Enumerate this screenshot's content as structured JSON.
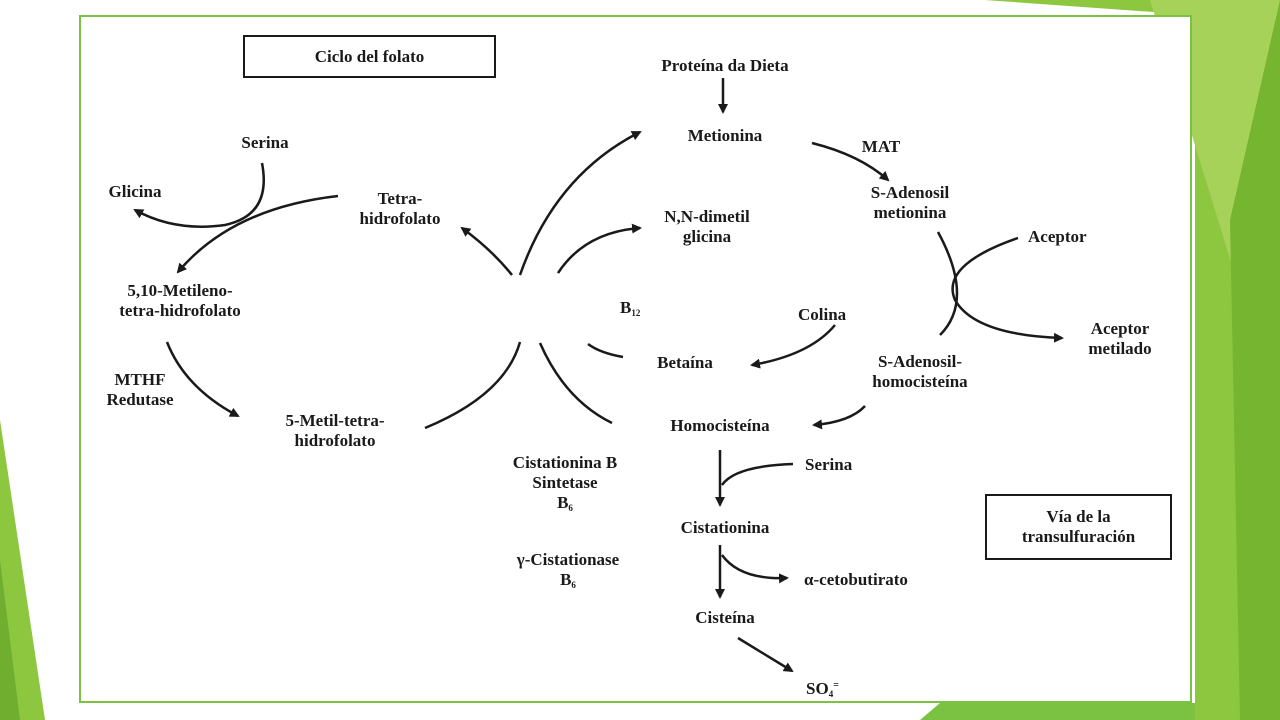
{
  "slide": {
    "accent_color": "#7cc242",
    "accent_dark": "#5a9e2c"
  },
  "diagram": {
    "folate_cycle_box": "Ciclo del folato",
    "transsulfuration_box_line1": "Vía de la",
    "transsulfuration_box_line2": "transulfuración",
    "nodes": {
      "proteina_dieta": "Proteína da Dieta",
      "metionina": "Metionina",
      "mat": "MAT",
      "sam_line1": "S-Adenosil",
      "sam_line2": "metionina",
      "aceptor": "Aceptor",
      "aceptor_metilado_line1": "Aceptor",
      "aceptor_metilado_line2": "metilado",
      "sah_line1": "S-Adenosil-",
      "sah_line2": "homocisteína",
      "homocisteina": "Homocisteína",
      "serina_right": "Serina",
      "cistationina": "Cistationina",
      "cetobutirato": "α-cetobutirato",
      "cisteina": "Cisteína",
      "so4": "SO",
      "so4_sub": "4",
      "so4_sup": "=",
      "dimetilglicina_line1": "N,N-dimetil",
      "dimetilglicina_line2": "glicina",
      "b12": "B",
      "b12_sub": "12",
      "colina": "Colina",
      "betaina": "Betaína",
      "serina_left": "Serina",
      "glicina": "Glicina",
      "thf_line1": "Tetra-",
      "thf_line2": "hidrofolato",
      "metileno_line1": "5,10-Metileno-",
      "metileno_line2": "tetra-hidrofolato",
      "mthfr_line1": "MTHF",
      "mthfr_line2": "Redutase",
      "metil_thf_line1": "5-Metil-tetra-",
      "metil_thf_line2": "hidrofolato",
      "cbs_line1": "Cistationina B",
      "cbs_line2": "Sintetase",
      "cbs_b6": "B",
      "cbs_b6_sub": "6",
      "cgl_line1": "γ-Cistationase",
      "cgl_b6": "B",
      "cgl_b6_sub": "6"
    }
  }
}
